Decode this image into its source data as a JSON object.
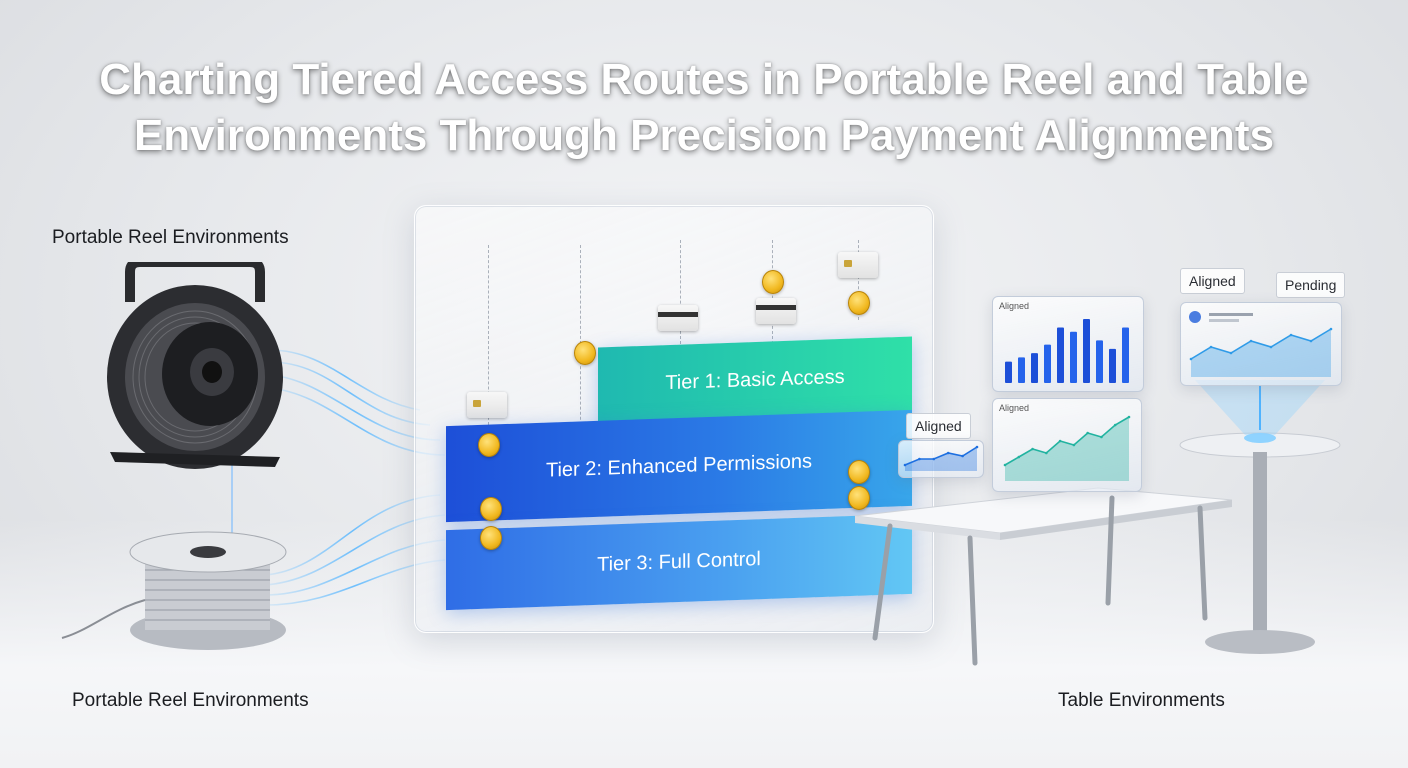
{
  "title": {
    "line1": "Charting Tiered Access Routes in Portable Reel and Table",
    "line2": "Environments Through Precision Payment Alignments"
  },
  "captions": {
    "top_left": "Portable Reel Environments",
    "bottom_left": "Portable Reel Environments",
    "bottom_right": "Table Environments"
  },
  "tiers": [
    {
      "label": "Tier 1: Basic Access"
    },
    {
      "label": "Tier 2: Enhanced Permissions"
    },
    {
      "label": "Tier 3: Full Control"
    }
  ],
  "status_labels": {
    "aligned_table": "Aligned",
    "aligned_stand": "Aligned",
    "pending_stand": "Pending",
    "panel_bar": "Aligned",
    "panel_area": "Aligned"
  },
  "colors": {
    "tier1": "#2fe0a8",
    "tier2": "#1d4fd8",
    "tier3": "#4aa0f0",
    "coin": "#f1b81f",
    "glow": "#4fb3ff"
  },
  "chart_data": [
    {
      "type": "bar",
      "title": "",
      "values": [
        5,
        6,
        7,
        9,
        13,
        12,
        15,
        10,
        8,
        13
      ]
    },
    {
      "type": "area",
      "title": "",
      "values": [
        2,
        3,
        4,
        3.5,
        5,
        4.5,
        6,
        5.5,
        7,
        8
      ]
    },
    {
      "type": "area",
      "title": "",
      "values": [
        3,
        5,
        4,
        6,
        5,
        7,
        6,
        8
      ]
    },
    {
      "type": "area",
      "title": "",
      "values": [
        1,
        2,
        2,
        3,
        2.5,
        4
      ]
    }
  ]
}
